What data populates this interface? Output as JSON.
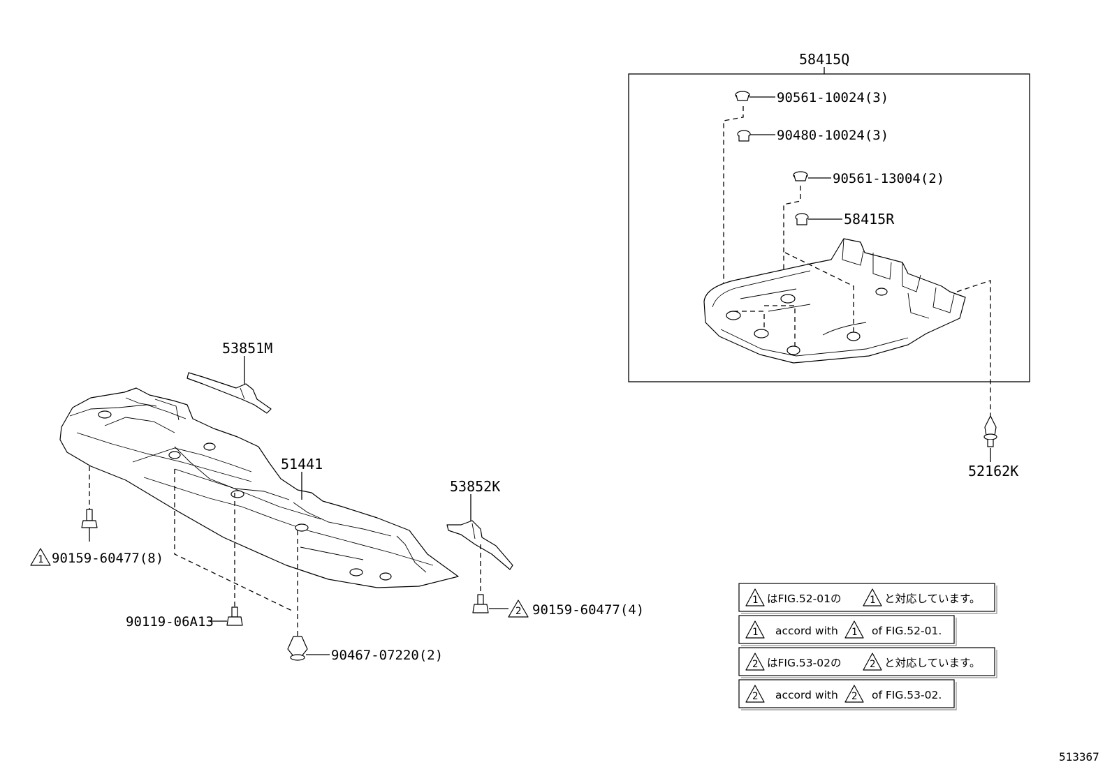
{
  "parts": {
    "p58415Q": "58415Q",
    "p90561_10024": "90561-10024(3)",
    "p90480_10024": "90480-10024(3)",
    "p90561_13004": "90561-13004(2)",
    "p58415R": "58415R",
    "p52162K": "52162K",
    "p53851M": "53851M",
    "p51441": "51441",
    "p53852K": "53852K",
    "p90159_60477_8": "90159-60477(8)",
    "p90159_60477_4": "90159-60477(4)",
    "p90119_06A13": "90119-06A13",
    "p90467_07220": "90467-07220(2)"
  },
  "markers": {
    "one": "1",
    "two": "2"
  },
  "notes": [
    {
      "marker": "1",
      "prefix": "はFIG.52-01の",
      "suffix": "と対応しています。"
    },
    {
      "marker": "1",
      "prefix": "accord with",
      "suffix": "of FIG.52-01."
    },
    {
      "marker": "2",
      "prefix": "はFIG.53-02の",
      "suffix": "と対応しています。"
    },
    {
      "marker": "2",
      "prefix": "accord with",
      "suffix": "of FIG.53-02."
    }
  ],
  "figure_number": "513367"
}
